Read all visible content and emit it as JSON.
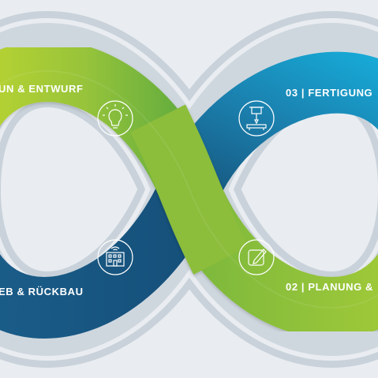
{
  "labels": {
    "top_left": "UN & ENTWURF",
    "top_right": "03 | FERTIGUNG",
    "bottom_left": "EB & RÜCKBAU",
    "bottom_right": "02 | PLANUNG &"
  },
  "icons": {
    "top_left": "lightbulb-icon",
    "top_right": "machine-drill-icon",
    "bottom_left": "building-wifi-icon",
    "bottom_right": "pencil-edit-icon"
  },
  "colors": {
    "background": "#e9edf1",
    "outer_ring": "#c8d1d9",
    "green_light": "#b8d335",
    "green_dark": "#5fa83c",
    "blue_dark": "#1b5e8a",
    "cyan": "#18a8d4"
  }
}
